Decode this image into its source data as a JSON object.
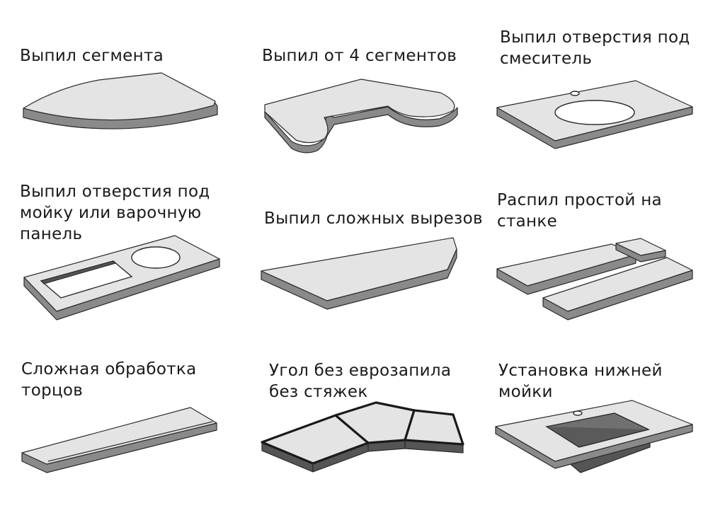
{
  "operations": [
    {
      "lines": [
        "Выпил сегмента"
      ]
    },
    {
      "lines": [
        "Выпил от 4 сегментов"
      ]
    },
    {
      "lines": [
        "Выпил отверстия под",
        "смеситель"
      ]
    },
    {
      "lines": [
        "Выпил отверстия под",
        "мойку или варочную",
        "панель"
      ]
    },
    {
      "lines": [
        "Выпил сложных вырезов"
      ]
    },
    {
      "lines": [
        "Распил простой на",
        "станке"
      ]
    },
    {
      "lines": [
        "Сложная обработка",
        "торцов"
      ]
    },
    {
      "lines": [
        "Угол без еврозапила",
        "без стяжек"
      ]
    },
    {
      "lines": [
        "Установка нижней",
        "мойки"
      ]
    }
  ]
}
